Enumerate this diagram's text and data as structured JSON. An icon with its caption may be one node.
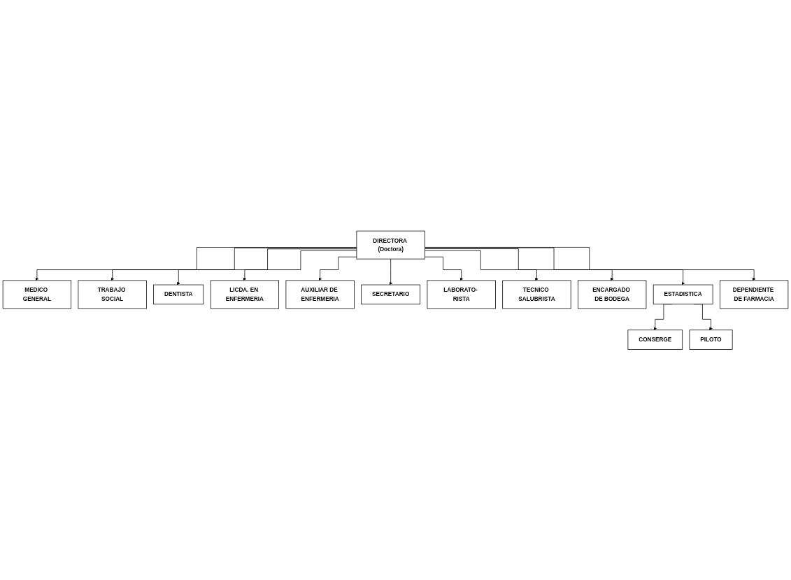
{
  "diagram": {
    "nodes": [
      {
        "text": [
          "DIRECTORA (Doctora)"
        ]
      },
      {
        "text": [
          "MEDICO GENERAL"
        ]
      },
      {
        "text": [
          "TRABAJO SOCIAL"
        ]
      },
      {
        "text": [
          "DENTISTA"
        ]
      },
      {
        "text": [
          "LICDA. EN ENFERMERIA"
        ]
      },
      {
        "text": [
          "AUXILIAR DE ENFERMERIA"
        ]
      },
      {
        "text": [
          "SECRETARIO"
        ]
      },
      {
        "text": [
          "LABORATO- RISTA"
        ]
      },
      {
        "text": [
          "TECNICO SALUBRISTA"
        ]
      },
      {
        "text": [
          "ENCARGADO DE BODEGA"
        ]
      },
      {
        "text": [
          "ESTADISTICA"
        ]
      },
      {
        "text": [
          "DEPENDIENTE DE FARMACIA"
        ]
      },
      {
        "text": [
          "CONSERGE"
        ]
      },
      {
        "text": [
          "PILOTO"
        ]
      }
    ],
    "edges": [
      {
        "from": 0,
        "to": 1,
        "arrow": "to"
      },
      {
        "from": 0,
        "to": 2,
        "arrow": "to"
      },
      {
        "from": 0,
        "to": 3,
        "arrow": "to"
      },
      {
        "from": 0,
        "to": 4,
        "arrow": "to"
      },
      {
        "from": 0,
        "to": 5,
        "arrow": "to"
      },
      {
        "from": 0,
        "to": 6,
        "arrow": "to"
      },
      {
        "from": 0,
        "to": 7,
        "arrow": "to"
      },
      {
        "from": 0,
        "to": 8,
        "arrow": "to"
      },
      {
        "from": 0,
        "to": 9,
        "arrow": "to"
      },
      {
        "from": 0,
        "to": 10,
        "arrow": "to"
      },
      {
        "from": 0,
        "to": 11,
        "arrow": "to"
      },
      {
        "from": 10,
        "to": 12,
        "arrow": "to"
      },
      {
        "from": 10,
        "to": 13,
        "arrow": "to"
      }
    ]
  }
}
